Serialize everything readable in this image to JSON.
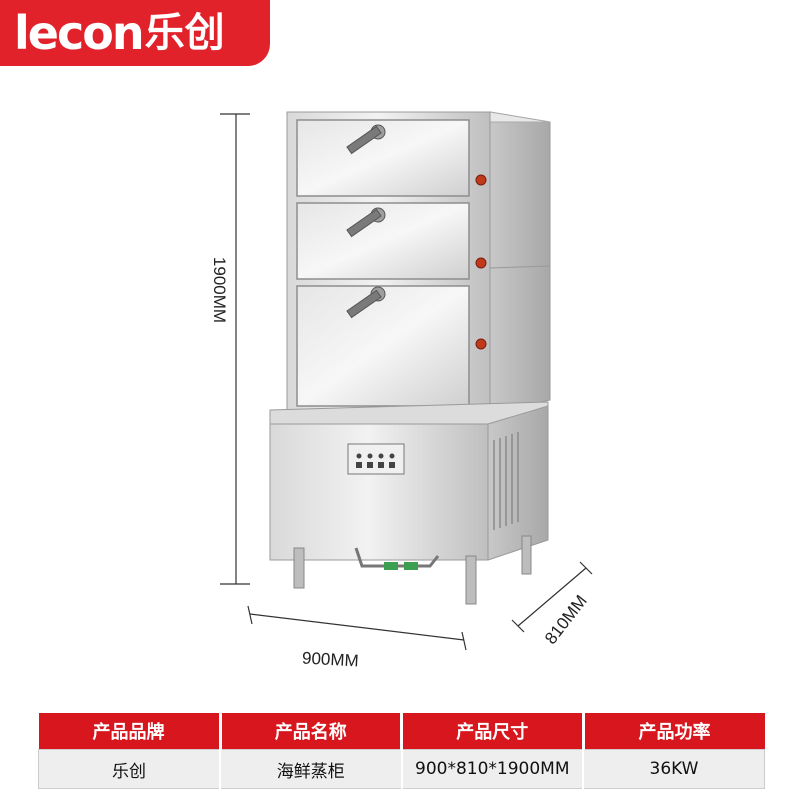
{
  "brand": {
    "logo_latin": "lecon",
    "logo_cjk": "乐创",
    "color": "#e1222b"
  },
  "dimensions": {
    "height": "1900MM",
    "width": "900MM",
    "depth": "810MM"
  },
  "spec_table": {
    "headers": [
      "产品品牌",
      "产品名称",
      "产品尺寸",
      "产品功率"
    ],
    "row": [
      "乐创",
      "海鲜蒸柜",
      "900*810*1900MM",
      "36KW"
    ],
    "header_color": "#d7161d"
  }
}
